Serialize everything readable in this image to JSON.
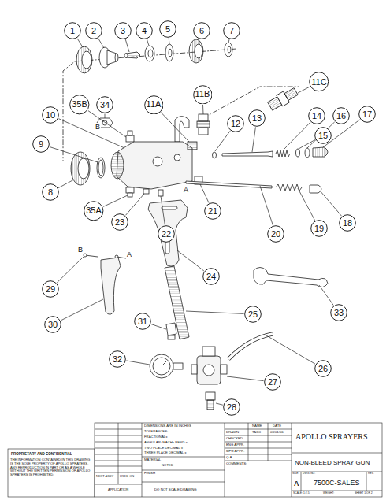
{
  "diagram": {
    "nodes": [
      {
        "text": [
          "1"
        ]
      },
      {
        "text": [
          "2"
        ]
      },
      {
        "text": [
          "3"
        ]
      },
      {
        "text": [
          "4"
        ]
      },
      {
        "text": [
          "5"
        ]
      },
      {
        "text": [
          "6"
        ]
      },
      {
        "text": [
          "7"
        ]
      },
      {
        "text": [
          "11C"
        ]
      },
      {
        "text": [
          "13"
        ]
      },
      {
        "text": [
          "14"
        ]
      },
      {
        "text": [
          "16"
        ]
      },
      {
        "text": [
          "17"
        ]
      },
      {
        "text": [
          "15"
        ]
      },
      {
        "text": [
          "35B"
        ]
      },
      {
        "text": [
          "34"
        ]
      },
      {
        "text": [
          "11A"
        ]
      },
      {
        "text": [
          "11B"
        ]
      },
      {
        "text": [
          "12"
        ]
      },
      {
        "text": [
          "10"
        ]
      },
      {
        "text": [
          "9"
        ]
      },
      {
        "text": [
          "8"
        ]
      },
      {
        "text": [
          "35A"
        ]
      },
      {
        "text": [
          "23"
        ]
      },
      {
        "text": [
          "21"
        ]
      },
      {
        "text": [
          "22"
        ]
      },
      {
        "text": [
          "20"
        ]
      },
      {
        "text": [
          "19"
        ]
      },
      {
        "text": [
          "18"
        ]
      },
      {
        "text": [
          "24"
        ]
      },
      {
        "text": [
          "29"
        ]
      },
      {
        "text": [
          "30"
        ]
      },
      {
        "text": [
          "25"
        ]
      },
      {
        "text": [
          "33"
        ]
      },
      {
        "text": [
          "31"
        ]
      },
      {
        "text": [
          "26"
        ]
      },
      {
        "text": [
          "32"
        ]
      },
      {
        "text": [
          "27"
        ]
      },
      {
        "text": [
          "28"
        ]
      }
    ],
    "labels": [
      "B",
      "A",
      "B",
      "A",
      "DIMENSIONS ARE IN INCHES",
      "TOLERANCES:",
      "FRACTIONAL±",
      "ANGULAR: MACH± BEND ±",
      "TWO PLACE DECIMAL ±",
      "THREE PLACE DECIMAL ±",
      "NAME",
      "DATE",
      "DRAWN",
      "TASC",
      "08/01/06",
      "CHECKED",
      "ENG APPR.",
      "MFG APPR.",
      "Q.A.",
      "COMMENTS:",
      "APOLLO SPRAYERS",
      "NON-BLEED SPRAY GUN",
      "PROPRIETARY AND CONFIDENTIAL",
      "THE INFORMATION CONTAINED IN THIS DRAWING IS THE SOLE PROPERTY OF APOLLO SPRAYERS. ANY REPRODUCTION IN PART OR AS A WHOLE WITHOUT THE WRITTEN PERMISSION OF APOLLO SPRAYERS IS PROHIBITED.",
      "MATERIAL",
      "NOTED",
      "FINISH",
      "NEXT ASSY",
      "USED ON",
      "APPLICATION",
      "DO NOT SCALE DRAWING",
      "SIZE",
      "A",
      "DWG. NO.",
      "7500C-SALES",
      "REV.",
      "SCALE: 1:2.5",
      "WEIGHT:",
      "SHEET 1 OF 2"
    ]
  }
}
